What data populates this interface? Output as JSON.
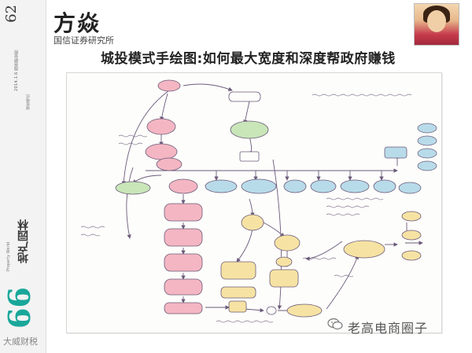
{
  "sidebar": {
    "page_number": "62",
    "issue_text": "2014.1.6 国信研究所",
    "issue_sub": "城投模式",
    "section_cn": "地产园林",
    "section_en": "Property World",
    "big_number": "66"
  },
  "header": {
    "author": "方焱",
    "affiliation": "国信证券研究所",
    "headline": "城投模式手绘图:如何最大宽度和深度帮政府赚钱"
  },
  "footer": {
    "logo_text": "大威财税",
    "watermark": "老高电商圈子"
  },
  "colors": {
    "pink": "#f4b6c2",
    "blue": "#b8dbe9",
    "yellow": "#f6e3a3",
    "green": "#c8e6b8",
    "ink": "#6b5a7a",
    "accent": "#19a79a"
  }
}
